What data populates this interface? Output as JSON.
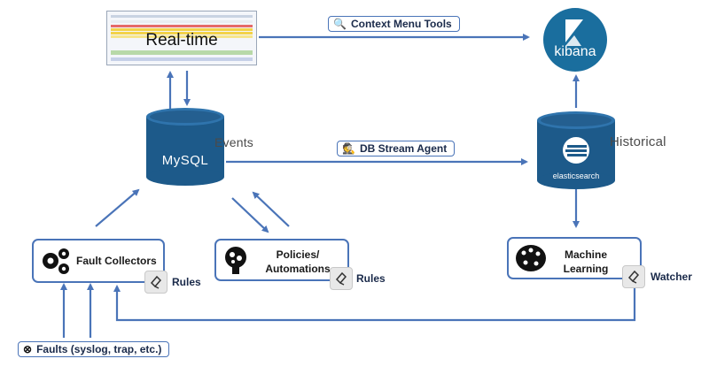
{
  "realtime": {
    "label": "Real-time"
  },
  "context_menu_tools": {
    "label": "Context Menu Tools",
    "icon": "search-icon"
  },
  "kibana": {
    "label": "kibana",
    "color": "#1a6e9e"
  },
  "mysql": {
    "label": "MySQL",
    "side_label": "Events",
    "color": "#1d5a8a"
  },
  "db_stream_agent": {
    "label": "DB Stream Agent",
    "icon": "spy-agent-icon"
  },
  "elasticsearch": {
    "label": "elasticsearch",
    "side_label": "Historical",
    "color": "#1d5a8a"
  },
  "fault_collectors": {
    "label": "Fault Collectors",
    "icon": "gears-icon",
    "rules_label": "Rules"
  },
  "policies": {
    "label_line1": "Policies/",
    "label_line2": "Automations",
    "icon": "brain-gears-icon",
    "rules_label": "Rules"
  },
  "machine_learning": {
    "label_line1": "Machine",
    "label_line2": "Learning",
    "icon": "neural-brain-icon",
    "watcher_label": "Watcher"
  },
  "faults": {
    "label": "Faults (syslog, trap, etc.)",
    "icon": "alert-circle-icon"
  },
  "colors": {
    "arrow": "#4a74b8",
    "box_border": "#4a74b8"
  }
}
